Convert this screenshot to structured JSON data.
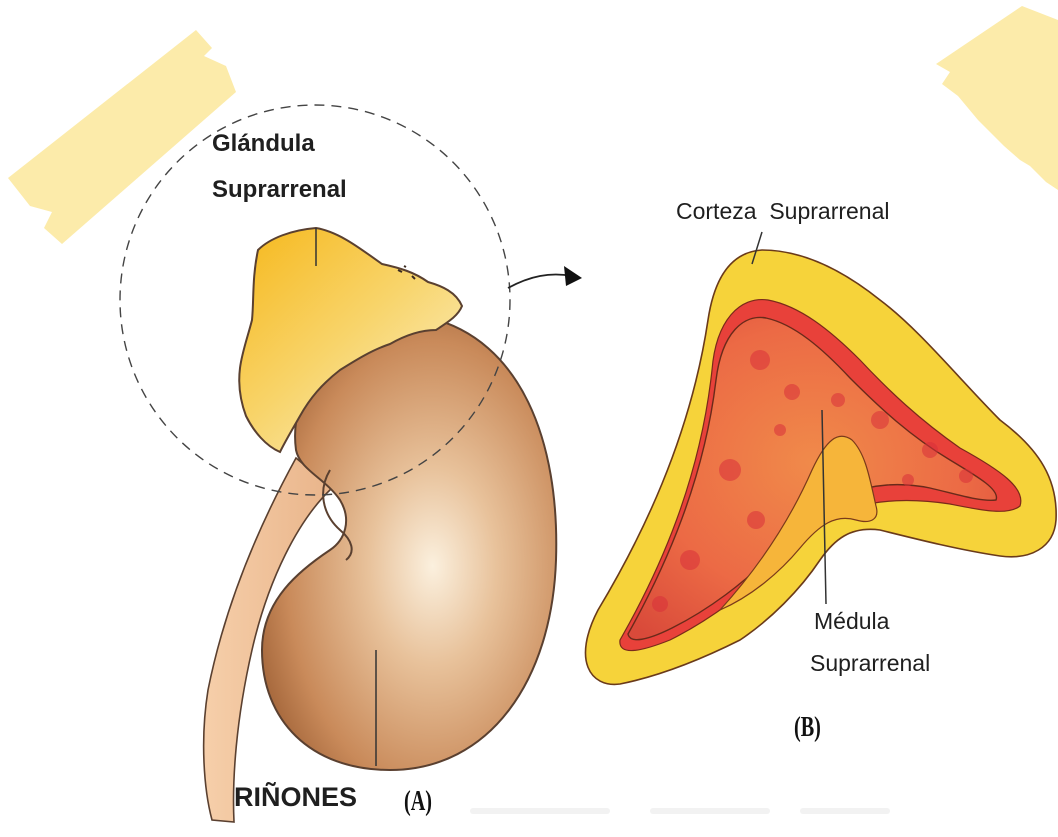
{
  "labels": {
    "gland_line1": "Glándula",
    "gland_line2": "Suprarrenal",
    "cortex": "Corteza  Suprarrenal",
    "medulla_line1": "Médula",
    "medulla_line2": "Suprarrenal",
    "kidney": "RIÑONES",
    "panel_a": "(A)",
    "panel_b": "(B)"
  },
  "colors": {
    "tape": "#fcebaa",
    "kidney": "#c98a5a",
    "ureter": "#f1c39d",
    "gland": "#f3c23a",
    "cortex": "#f5d030",
    "medulla": "#e25a3a"
  }
}
